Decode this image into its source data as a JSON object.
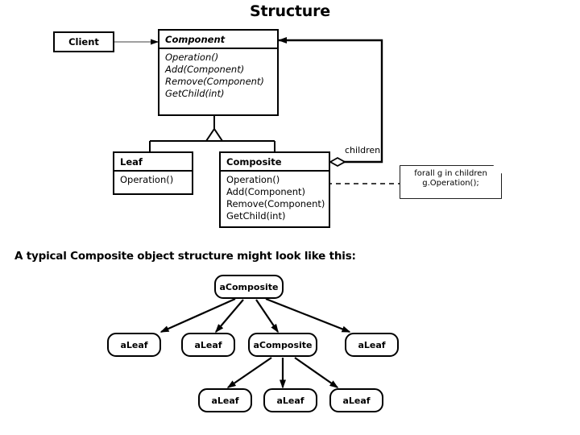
{
  "slide": {
    "title": "Structure",
    "caption": "A typical Composite object structure might look like this:"
  },
  "class_diagram": {
    "client": {
      "name": "Client"
    },
    "component": {
      "name": "Component",
      "operations": [
        "Operation()",
        "Add(Component)",
        "Remove(Component)",
        "GetChild(int)"
      ]
    },
    "leaf": {
      "name": "Leaf",
      "operations": [
        "Operation()"
      ]
    },
    "composite": {
      "name": "Composite",
      "operations": [
        "Operation()",
        "Add(Component)",
        "Remove(Component)",
        "GetChild(int)"
      ]
    },
    "association_label": "children",
    "note": {
      "line1": "forall g in children",
      "line2": "g.Operation();"
    }
  },
  "object_diagram": {
    "root": {
      "label": "aComposite"
    },
    "row2": [
      {
        "label": "aLeaf"
      },
      {
        "label": "aLeaf"
      },
      {
        "label": "aComposite"
      },
      {
        "label": "aLeaf"
      }
    ],
    "row3": [
      {
        "label": "aLeaf"
      },
      {
        "label": "aLeaf"
      },
      {
        "label": "aLeaf"
      }
    ]
  },
  "colors": {
    "stroke": "#000000",
    "background": "#ffffff",
    "text": "#000000"
  }
}
